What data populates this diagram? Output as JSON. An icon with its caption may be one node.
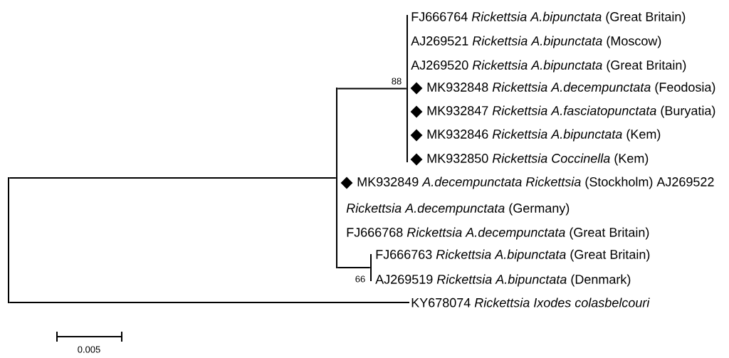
{
  "diagram": {
    "nodes": [
      {
        "text": [],
        "shape": "bar"
      },
      {
        "text": [],
        "shape": "bar"
      },
      {
        "text": [],
        "shape": "bar",
        "beside": [
          "88"
        ]
      },
      {
        "text": [],
        "shape": "bar",
        "beside": [
          "66"
        ]
      },
      {
        "text": [
          "FJ666764 *Rickettsia A.bipunctata* (Great Britain)"
        ]
      },
      {
        "text": [
          "AJ269521 *Rickettsia A.bipunctata* (Moscow)"
        ]
      },
      {
        "text": [
          "AJ269520 *Rickettsia A.bipunctata* (Great Britain)"
        ]
      },
      {
        "text": [],
        "shape": "diamond"
      },
      {
        "text": [
          "MK932848 *Rickettsia A.decempunctata* (Feodosia)"
        ]
      },
      {
        "text": [],
        "shape": "diamond"
      },
      {
        "text": [
          "MK932847 *Rickettsia A.fasciatopunctata* (Buryatia)"
        ]
      },
      {
        "text": [],
        "shape": "diamond"
      },
      {
        "text": [
          "MK932846 *Rickettsia A.bipunctata* (Kem)"
        ]
      },
      {
        "text": [],
        "shape": "diamond"
      },
      {
        "text": [
          "MK932850 *Rickettsia Coccinella* (Kem)"
        ]
      },
      {
        "text": [],
        "shape": "diamond"
      },
      {
        "text": [
          "MK932849 *A.decempunctata Rickettsia* (Stockholm) AJ269522"
        ]
      },
      {
        "text": [
          "*Rickettsia A.decempunctata* (Germany)"
        ]
      },
      {
        "text": [
          "FJ666768 *Rickettsia A.decempunctata* (Great Britain)"
        ]
      },
      {
        "text": [
          "FJ666763 *Rickettsia A.bipunctata* (Great Britain)"
        ]
      },
      {
        "text": [
          "AJ269519 *Rickettsia A.bipunctata* (Denmark)"
        ]
      },
      {
        "text": [
          "KY678074 *Rickettsia Ixodes colasbelcouri*"
        ]
      }
    ],
    "edges": [
      {
        "from": 0,
        "to": 1,
        "arrow": "none"
      },
      {
        "from": 0,
        "to": 21,
        "arrow": "none"
      },
      {
        "from": 1,
        "to": 2,
        "arrow": "none"
      },
      {
        "from": 1,
        "to": 3,
        "arrow": "none"
      }
    ],
    "labels": [
      "0.005"
    ]
  }
}
